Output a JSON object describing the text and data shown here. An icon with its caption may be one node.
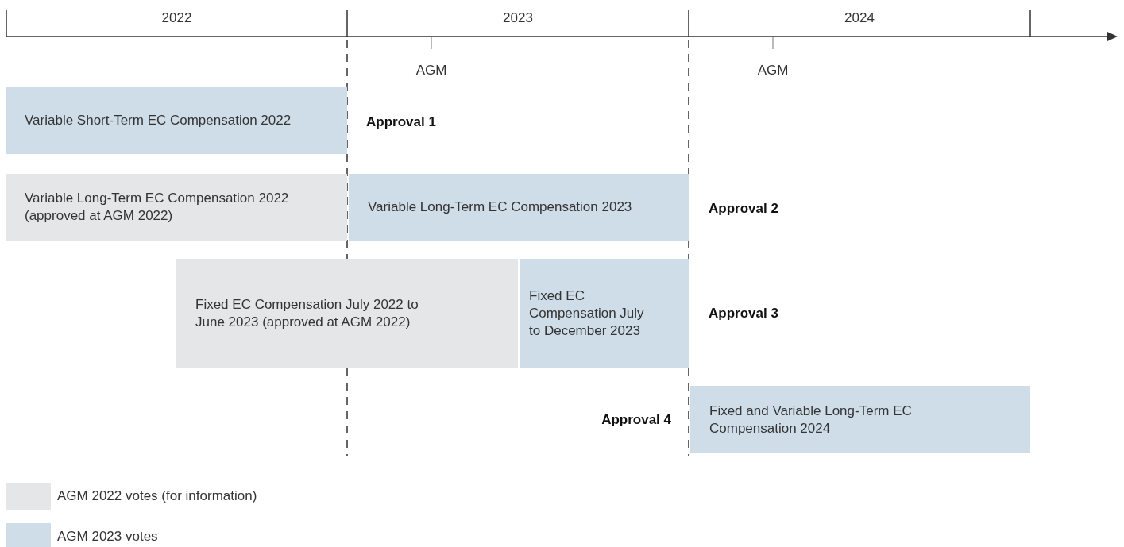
{
  "diagram": {
    "nodes": [
      {
        "text": [
          "Variable Short-Term EC Compensation 2022"
        ]
      },
      {
        "text": [
          "Variable Long-Term EC Compensation 2022 (approved at AGM 2022)"
        ]
      },
      {
        "text": [
          "Variable Long-Term EC Compensation 2023"
        ]
      },
      {
        "text": [
          "Fixed EC Compensation July 2022 to June 2023 (approved at AGM 2022)"
        ]
      },
      {
        "text": [
          "Fixed EC Compensation July to December 2023"
        ]
      },
      {
        "text": [
          "Fixed and Variable Long-Term EC Compensation 2024"
        ]
      }
    ],
    "labels": [
      "2022",
      "2023",
      "2024",
      "AGM",
      "AGM",
      "Approval 1",
      "Approval 2",
      "Approval 3",
      "Approval 4"
    ],
    "legend": [
      {
        "text": "AGM 2022 votes (for information)",
        "color": "#e5e6e8"
      },
      {
        "text": "AGM 2023 votes",
        "color": "#cfdde9"
      }
    ]
  }
}
